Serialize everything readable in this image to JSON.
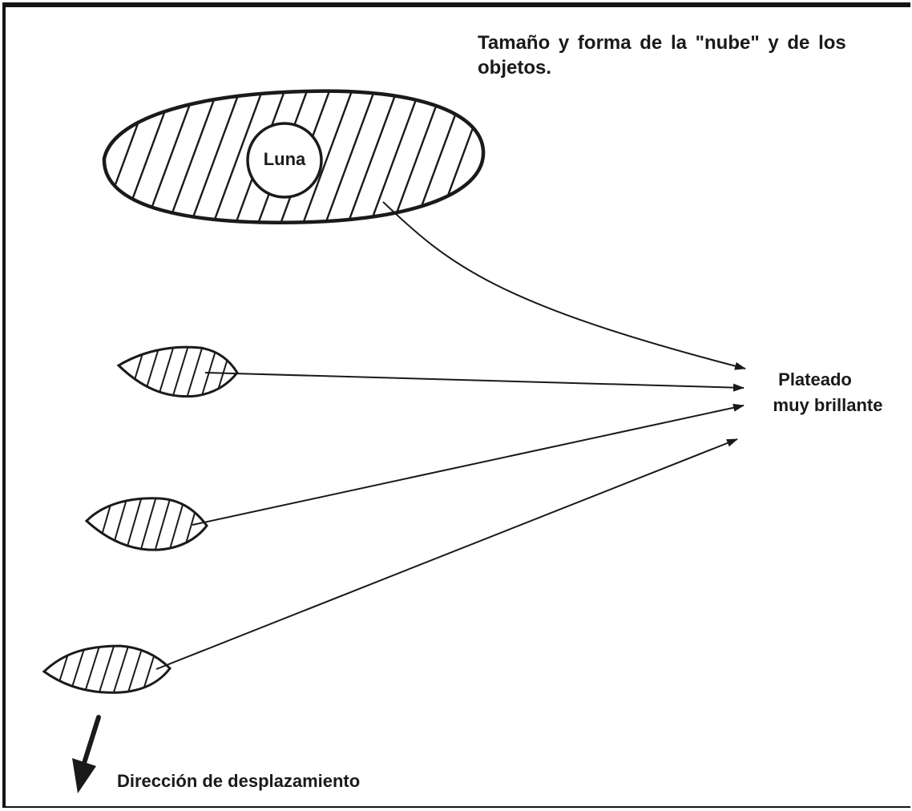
{
  "caption": "Tamaño y forma de la \"nube\" y de los objetos.",
  "moon_label": "Luna",
  "destination_label": {
    "line1": "Plateado",
    "line2": "muy brillante"
  },
  "direction_label": "Dirección de desplazamiento",
  "colors": {
    "ink": "#1a1a1a",
    "background": "#ffffff"
  }
}
